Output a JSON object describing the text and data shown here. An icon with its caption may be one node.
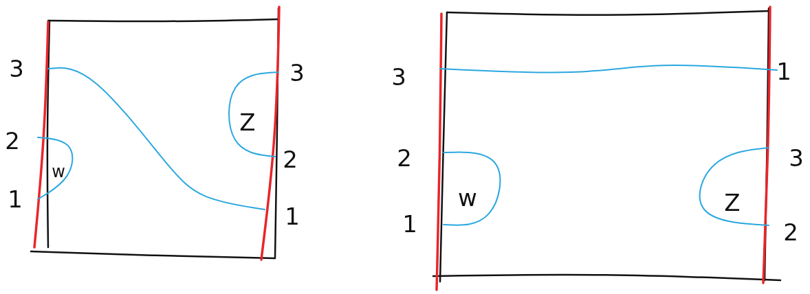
{
  "diagram": {
    "labels": [
      "3",
      "3",
      "Z",
      "2",
      "2",
      "w",
      "1",
      "1",
      "3",
      "1",
      "2",
      "3",
      "w",
      "Z",
      "1",
      "2"
    ]
  }
}
